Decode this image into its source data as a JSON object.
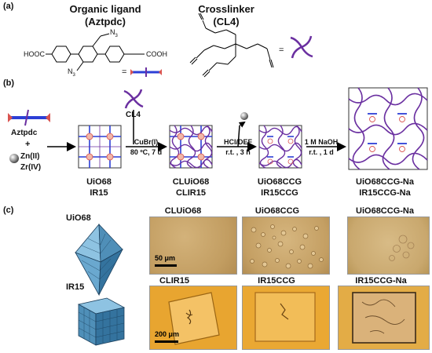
{
  "panels": [
    "(a)",
    "(b)",
    "(c)"
  ],
  "panel_a": {
    "ligand_title_1": "Organic ligand",
    "ligand_title_2": "(Aztpdc)",
    "group_left": "HOOC",
    "group_right": "COOH",
    "azide_top": "N",
    "azide_top_sub": "3",
    "azide_bottom": "N",
    "azide_bottom_sub": "3",
    "equals_1": "=",
    "crosslinker_title_1": "Crosslinker",
    "crosslinker_title_2": "(CL4)",
    "equals_2": "="
  },
  "panel_b": {
    "reactant_1": "Aztpdc",
    "plus": "+",
    "metal_1": "Zn(II)",
    "metal_2": "Zr(IV)",
    "crosslinker": "CL4",
    "step1_line1": "CuBr(I)",
    "step1_line2": "80 ºC, 7 d",
    "step2_line1": "HCl/DEF",
    "step2_line2": "r.t. , 3 h",
    "step3_line1": "1 M NaOH",
    "step3_line2": "r.t. , 1 d",
    "stages": [
      {
        "line1": "UiO68",
        "line2": "IR15"
      },
      {
        "line1": "CLUiO68",
        "line2": "CLIR15"
      },
      {
        "line1": "UiO68CCG",
        "line2": "IR15CCG"
      },
      {
        "line1": "UiO68CCG-Na",
        "line2": "IR15CCG-Na"
      }
    ]
  },
  "panel_c": {
    "row1_model": "UiO68",
    "row2_model": "IR15",
    "row1_images": [
      "CLUiO68",
      "UiO68CCG",
      "UiO68CCG-Na"
    ],
    "row2_images": [
      "CLIR15",
      "IR15CCG",
      "IR15CCG-Na"
    ],
    "scale_row1": "50 μm",
    "scale_row2": "200 μm"
  },
  "colors": {
    "framework_purple": "#6a2fa0",
    "linker_blue": "#2c3fd6",
    "node_red": "#d9534f",
    "photo_row1": "#c9a56a",
    "photo_row2": "#e7a22b"
  }
}
